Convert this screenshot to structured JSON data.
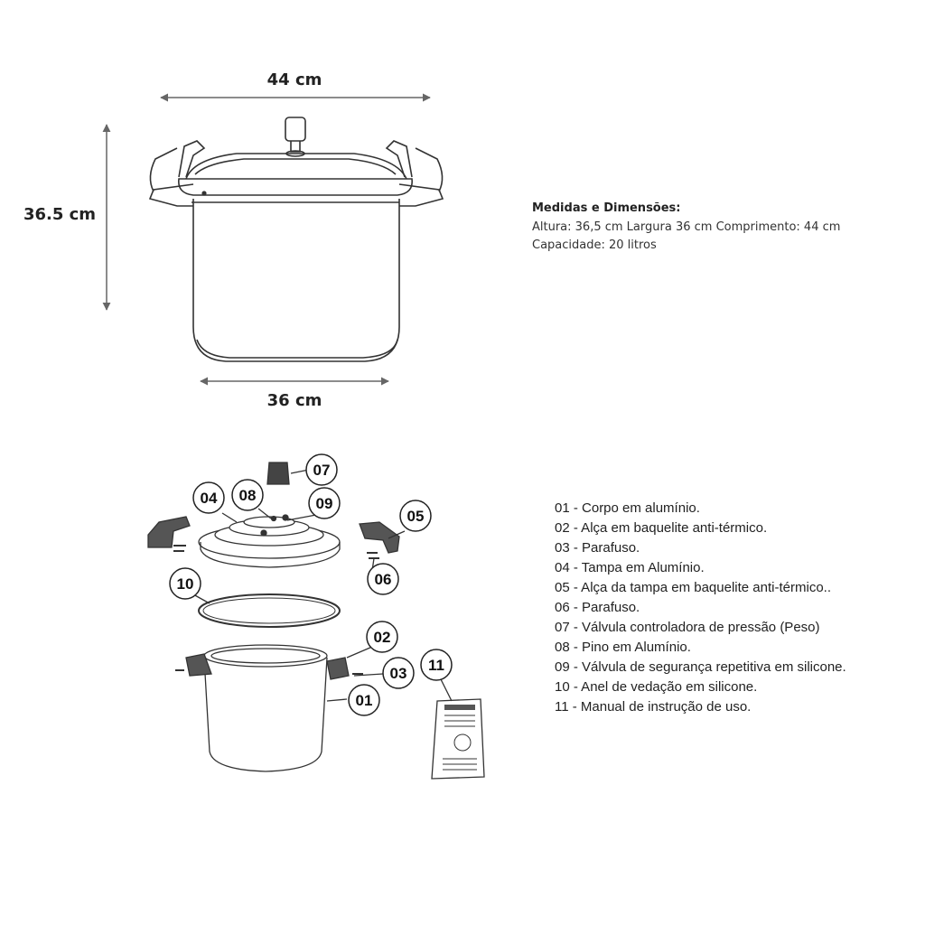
{
  "dimensions": {
    "width_top": "44 cm",
    "height_side": "36.5 cm",
    "width_bottom": "36 cm"
  },
  "specs": {
    "title": "Medidas e Dimensões:",
    "line1": "Altura: 36,5 cm Largura 36 cm Comprimento: 44 cm",
    "line2": "Capacidade: 20 litros"
  },
  "callouts": {
    "c01": "01",
    "c02": "02",
    "c03": "03",
    "c04": "04",
    "c05": "05",
    "c06": "06",
    "c07": "07",
    "c08": "08",
    "c09": "09",
    "c10": "10",
    "c11": "11"
  },
  "parts": [
    "01 - Corpo em alumínio.",
    "02 - Alça em baquelite anti-térmico.",
    "03 - Parafuso.",
    "04 - Tampa em Alumínio.",
    "05 - Alça da tampa em baquelite anti-térmico..",
    "06 - Parafuso.",
    "07 - Válvula controladora de pressão (Peso)",
    "08 - Pino em Alumínio.",
    "09 - Válvula de segurança repetitiva em silicone.",
    "10 - Anel de vedação em silicone.",
    "11 - Manual de instrução de uso."
  ]
}
